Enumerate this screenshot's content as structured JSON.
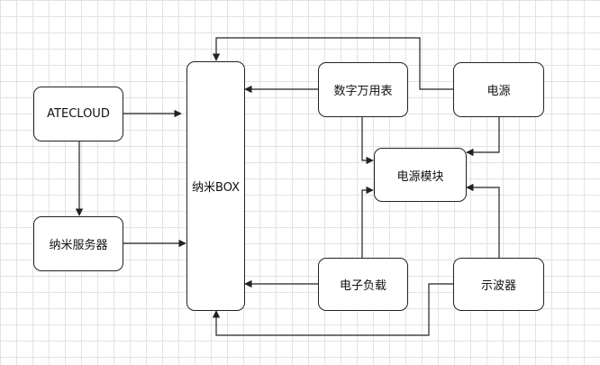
{
  "nodes": {
    "atecloud": "ATECLOUD",
    "nano_service": "纳米服务器",
    "nano_box": "纳米BOX",
    "multimeter": "数字万用表",
    "power_supply": "电源",
    "power_module": "电源模块",
    "electronic_load": "电子负载",
    "oscilloscope": "示波器"
  },
  "colors": {
    "line": "#222222",
    "grid": "#e3e3e3"
  }
}
